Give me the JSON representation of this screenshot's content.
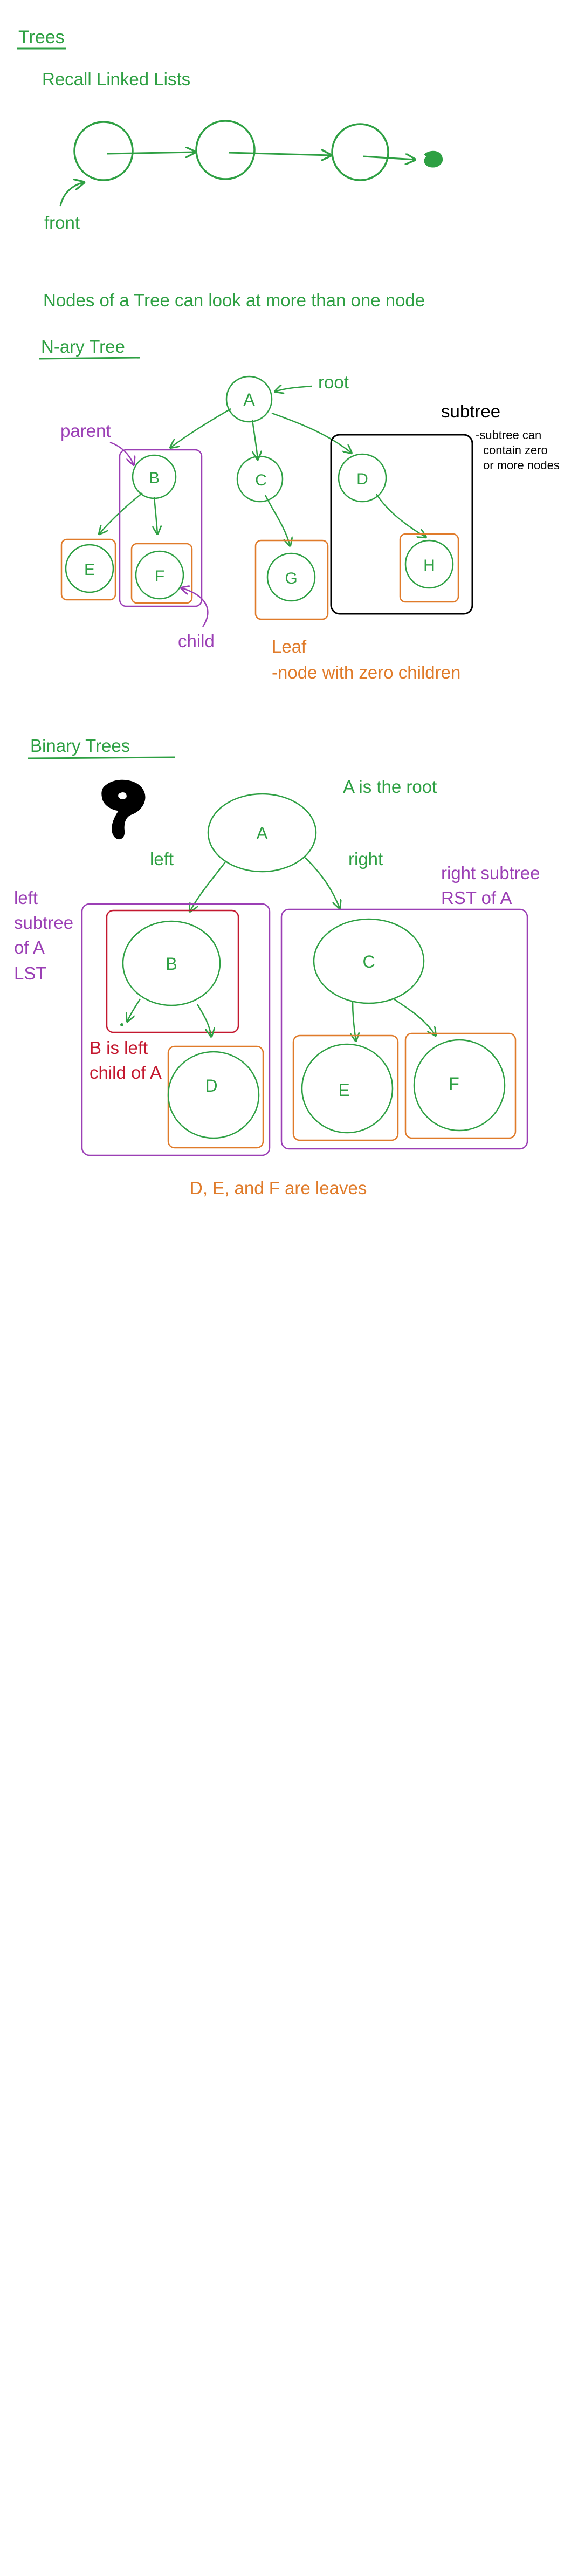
{
  "colors": {
    "green": "#2ea043",
    "orange": "#e07b2a",
    "purple": "#9b3fb5",
    "red": "#c4182f",
    "black": "#000000"
  },
  "section_trees": {
    "title": "Trees",
    "recall": "Recall Linked Lists",
    "front_label": "front",
    "note": "Nodes of a Tree can look at more than one node"
  },
  "section_nary": {
    "title": "N-ary Tree",
    "nodes": [
      "A",
      "B",
      "C",
      "D",
      "E",
      "F",
      "G",
      "H"
    ],
    "root_label": "root",
    "parent_label": "parent",
    "child_label": "child",
    "subtree_title": "subtree",
    "subtree_note": [
      "-subtree can",
      "contain zero",
      "or more nodes"
    ],
    "leaf_title": "Leaf",
    "leaf_desc": "-node with zero children"
  },
  "section_binary": {
    "title": "Binary Trees",
    "nodes": [
      "A",
      "B",
      "C",
      "D",
      "E",
      "F"
    ],
    "root_note": "A is the root",
    "left_label": "left",
    "right_label": "right",
    "lst_lines": [
      "left",
      "subtree",
      "of A",
      "LST"
    ],
    "rst_lines": [
      "right subtree",
      "RST of A"
    ],
    "b_child_lines": [
      "B is left",
      "child of A"
    ],
    "leaves_note": "D, E, and F are leaves"
  }
}
